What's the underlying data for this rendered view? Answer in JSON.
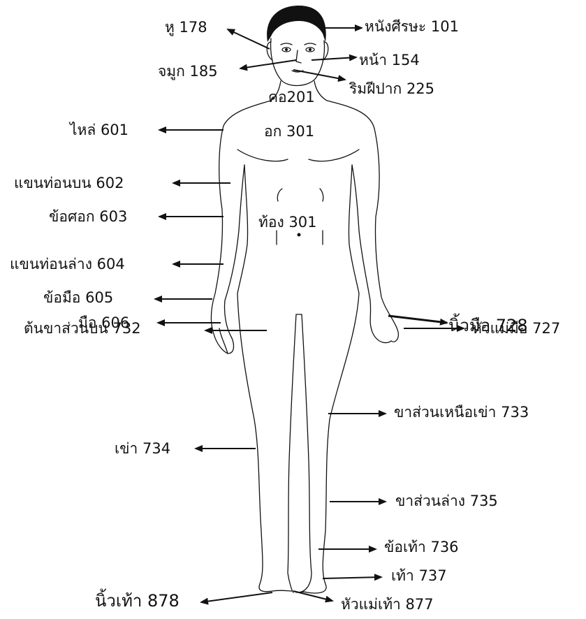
{
  "labels": {
    "ear": "หู 178",
    "scalp": "หนังศีรษะ 101",
    "nose": "จมูก 185",
    "face": "หน้า 154",
    "lips": "ริมฝีปาก 225",
    "neck": "คอ201",
    "chest": "อก 301",
    "shoulder": "ไหล่ 601",
    "upper_arm": "แขนท่อนบน 602",
    "elbow": "ข้อศอก 603",
    "abdomen": "ท้อง 301",
    "forearm": "แขนท่อนล่าง 604",
    "wrist": "ข้อมือ 605",
    "hand": "มือ 606",
    "thumb": "หัวแม่มือ 727",
    "finger": "นิ้วมือ  728",
    "upper_thigh": "ต้นขาส่วนบน 732",
    "above_knee": "ขาส่วนเหนือเข่า 733",
    "knee": "เข่า 734",
    "lower_leg": "ขาส่วนล่าง 735",
    "ankle": "ข้อเท้า 736",
    "foot": "เท้า 737",
    "toe": "นิ้วเท้า  878",
    "big_toe": "หัวแม่เท้า 877"
  }
}
